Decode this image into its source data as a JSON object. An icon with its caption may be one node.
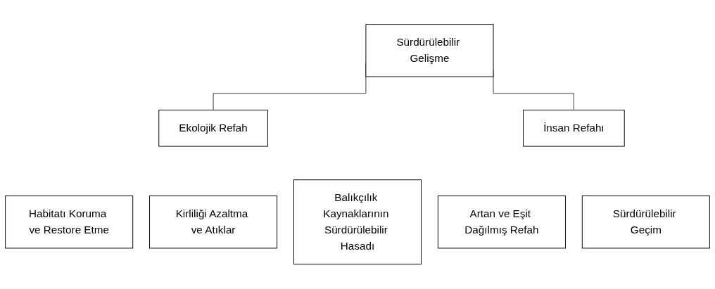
{
  "diagram": {
    "nodes": [
      {
        "text": [
          "Sürdürülebilir Gelişme"
        ]
      },
      {
        "text": [
          "Ekolojik Refah"
        ]
      },
      {
        "text": [
          "İnsan Refahı"
        ]
      },
      {
        "text": [
          "Habitatı Koruma ve Restore Etme"
        ]
      },
      {
        "text": [
          "Kirliliği Azaltma ve Atıklar"
        ]
      },
      {
        "text": [
          "Balıkçılık Kaynaklarının Sürdürülebilir Hasadı"
        ]
      },
      {
        "text": [
          "Artan ve Eşit Dağılmış Refah"
        ]
      },
      {
        "text": [
          "Sürdürülebilir Geçim"
        ]
      }
    ],
    "edges": [
      {
        "from": 0,
        "to": 1,
        "arrow": "none"
      },
      {
        "from": 0,
        "to": 2,
        "arrow": "none"
      }
    ]
  }
}
